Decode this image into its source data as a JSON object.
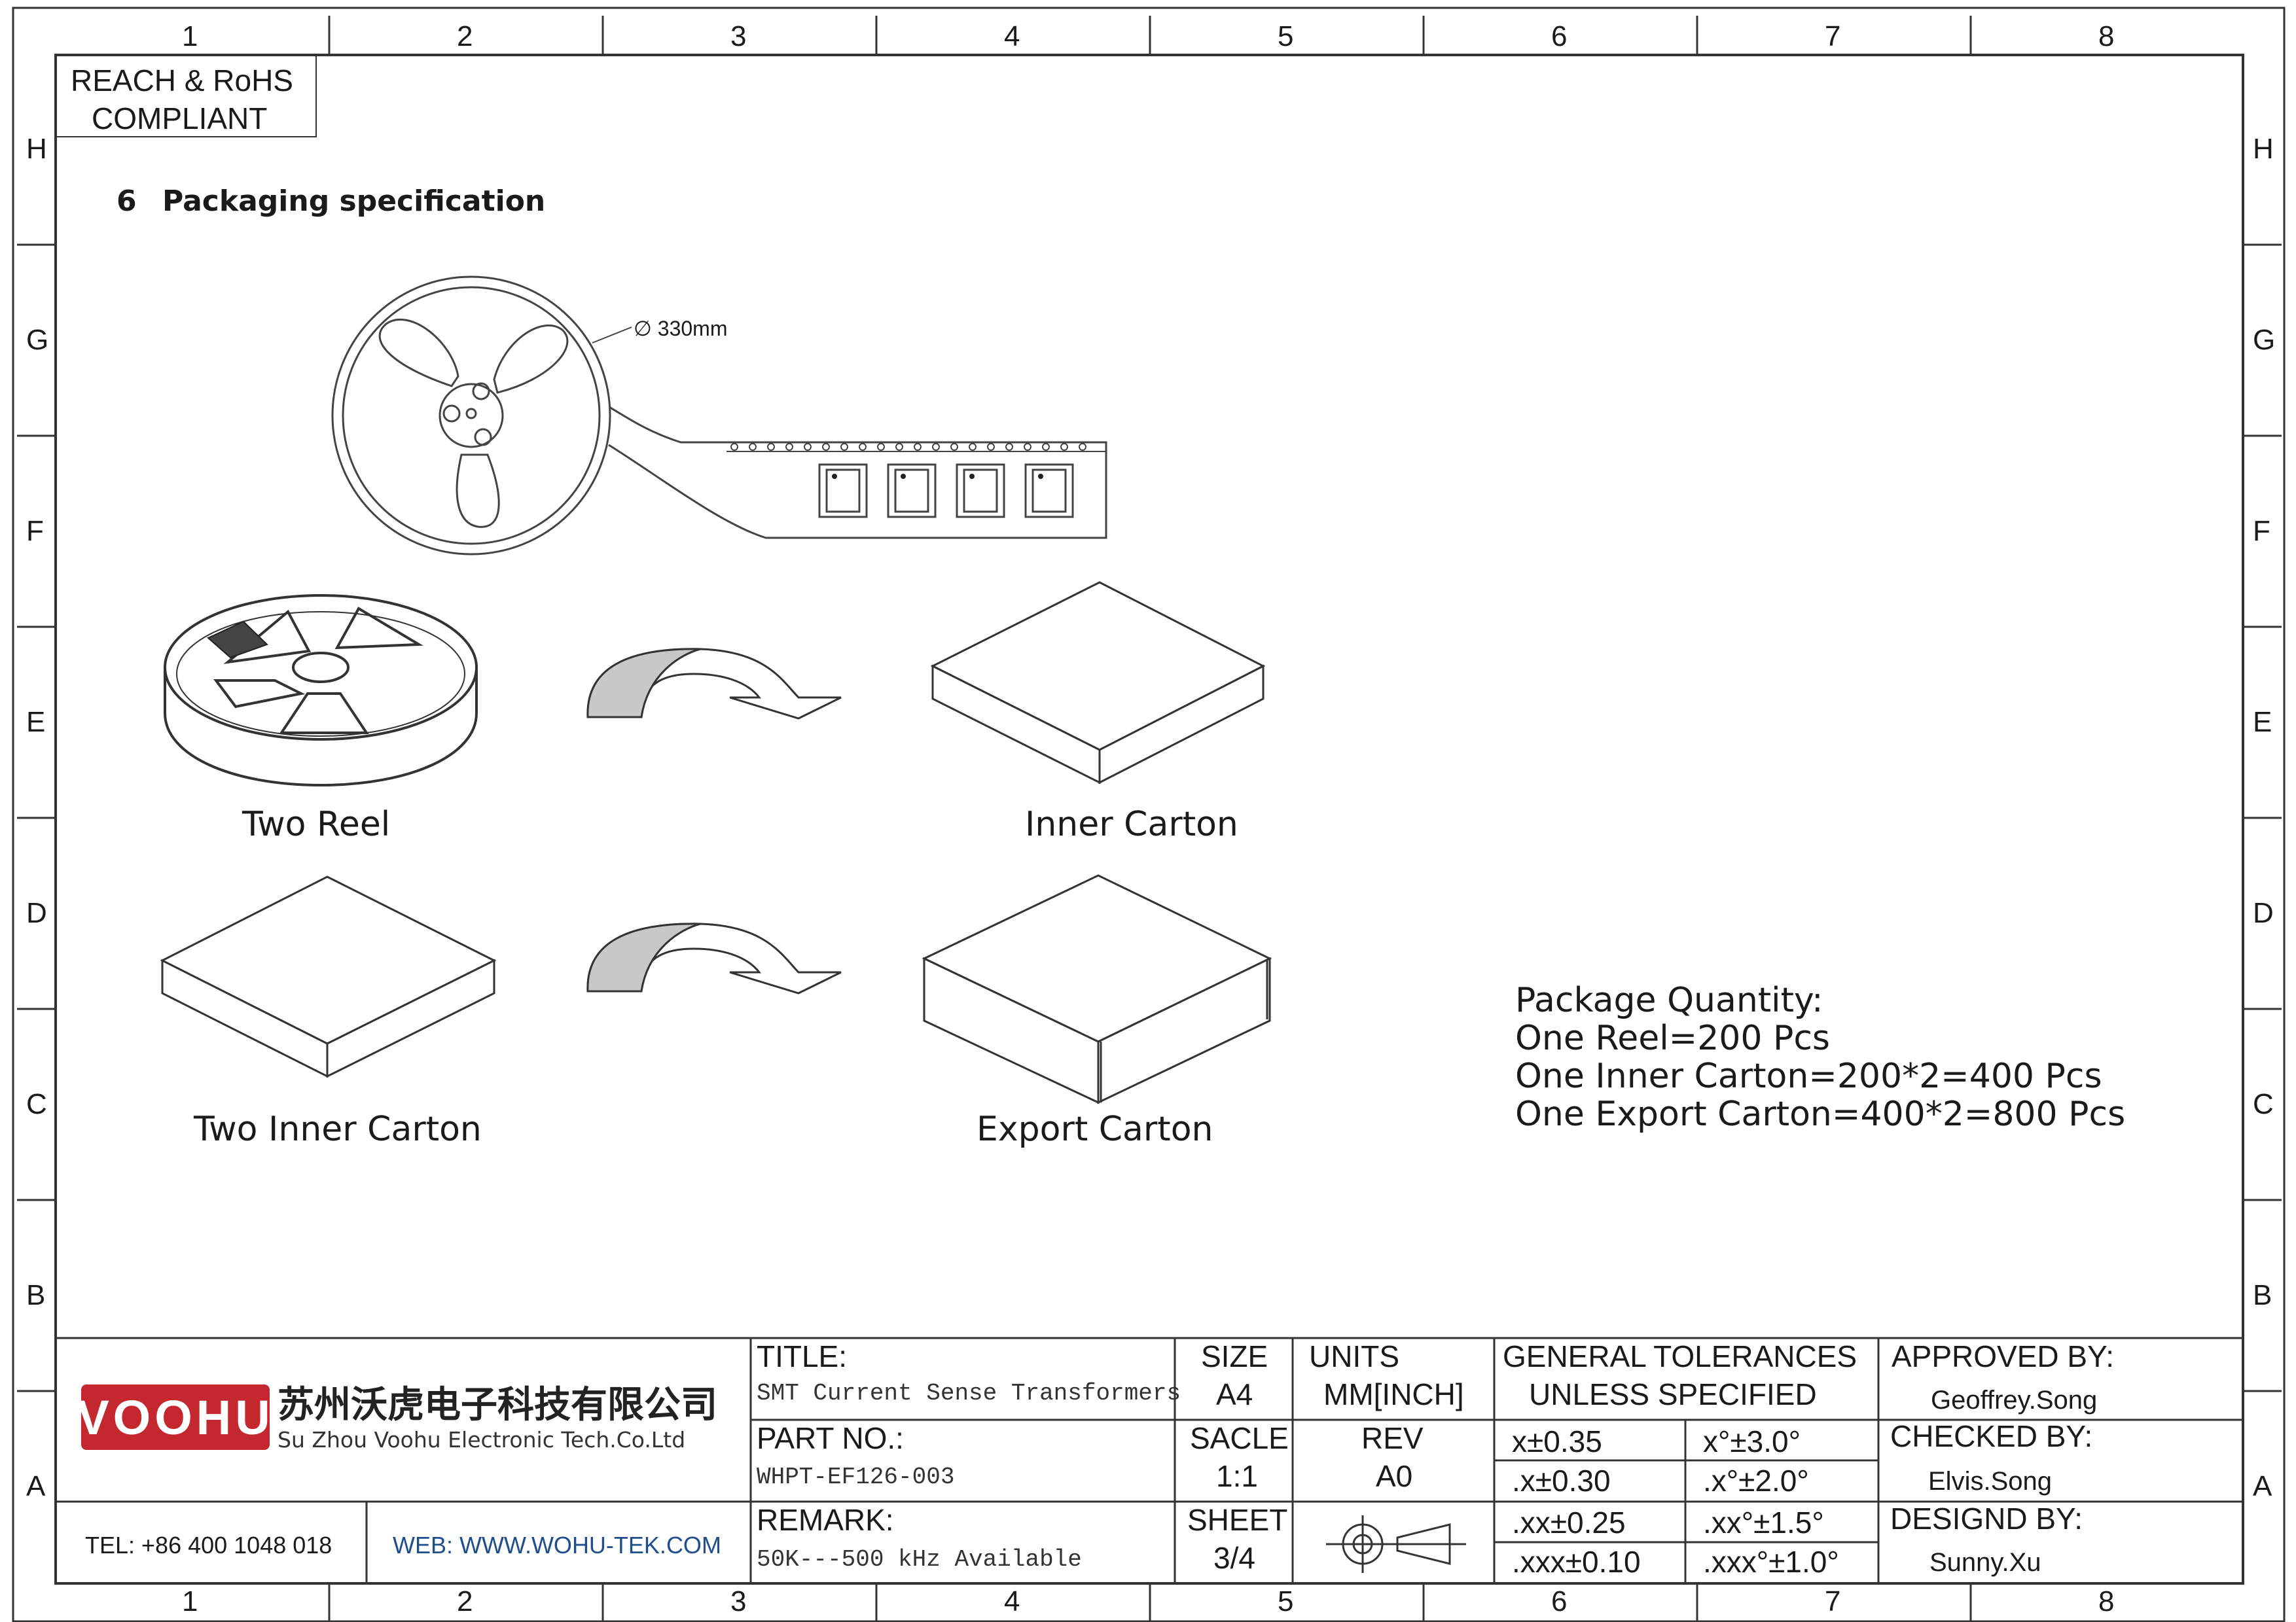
{
  "zones": {
    "columns": [
      "1",
      "2",
      "3",
      "4",
      "5",
      "6",
      "7",
      "8"
    ],
    "rows": [
      "H",
      "G",
      "F",
      "E",
      "D",
      "C",
      "B",
      "A"
    ]
  },
  "compliance": {
    "line1": "REACH & RoHS",
    "line2": "COMPLIANT"
  },
  "section": {
    "number": "6",
    "title": "Packaging specification"
  },
  "reel_label": "∅ 330mm",
  "captions": {
    "two_reel": "Two  Reel",
    "inner_carton": "Inner Carton",
    "two_inner_carton": "Two Inner Carton",
    "export_carton": "Export Carton"
  },
  "quantity": {
    "heading": "Package Quantity:",
    "lines": [
      "One Reel=200 Pcs",
      "One Inner Carton=200*2=400 Pcs",
      "One Export Carton=400*2=800 Pcs"
    ]
  },
  "title_block": {
    "logo_text": "VOOHU",
    "company_cn": "苏州沃虎电子科技有限公司",
    "company_en": "Su Zhou Voohu Electronic Tech.Co.Ltd",
    "tel": "TEL: +86 400 1048 018",
    "web": "WEB: WWW.WOHU-TEK.COM",
    "title_label": "TITLE:",
    "title_value": "SMT Current Sense Transformers",
    "part_label": "PART NO.:",
    "part_value": "WHPT-EF126-003",
    "remark_label": "REMARK:",
    "remark_value": "50K---500 kHz Available",
    "size_label": "SIZE",
    "size_value": "A4",
    "units_label": "UNITS",
    "units_value": "MM[INCH]",
    "scale_label": "SACLE",
    "scale_value": "1:1",
    "rev_label": "REV",
    "rev_value": "A0",
    "sheet_label": "SHEET",
    "sheet_value": "3/4",
    "tol_label1": "GENERAL TOLERANCES",
    "tol_label2": "UNLESS SPECIFIED",
    "tolerances": [
      [
        "x±0.35",
        "x°±3.0°"
      ],
      [
        ".x±0.30",
        ".x°±2.0°"
      ],
      [
        ".xx±0.25",
        ".xx°±1.5°"
      ],
      [
        ".xxx±0.10",
        ".xxx°±1.0°"
      ]
    ],
    "approved_label": "APPROVED BY:",
    "approved_value": "Geoffrey.Song",
    "checked_label": "CHECKED BY:",
    "checked_value": "Elvis.Song",
    "design_label": "DESIGND BY:",
    "design_value": "Sunny.Xu"
  },
  "colors": {
    "brand_red": "#c4272e",
    "web_blue": "#1f4e8c",
    "arrow_fill": "#c8c8c8"
  }
}
